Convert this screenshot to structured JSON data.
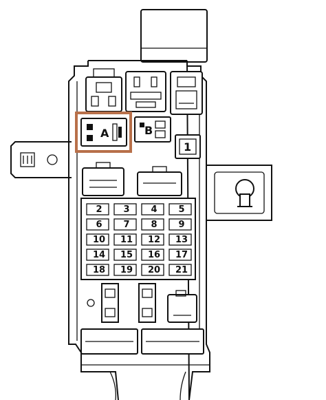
{
  "relays": {
    "a": {
      "label": "A"
    },
    "b": {
      "label": "B"
    },
    "one": {
      "label": "1"
    }
  },
  "fuses": [
    {
      "label": "2"
    },
    {
      "label": "3"
    },
    {
      "label": "4"
    },
    {
      "label": "5"
    },
    {
      "label": "6"
    },
    {
      "label": "7"
    },
    {
      "label": "8"
    },
    {
      "label": "9"
    },
    {
      "label": "10"
    },
    {
      "label": "11"
    },
    {
      "label": "12"
    },
    {
      "label": "13"
    },
    {
      "label": "14"
    },
    {
      "label": "15"
    },
    {
      "label": "16"
    },
    {
      "label": "17"
    },
    {
      "label": "18"
    },
    {
      "label": "19"
    },
    {
      "label": "20"
    },
    {
      "label": "21"
    }
  ],
  "colors": {
    "highlight": "#b8704a",
    "line": "#111111",
    "background": "#ffffff"
  }
}
